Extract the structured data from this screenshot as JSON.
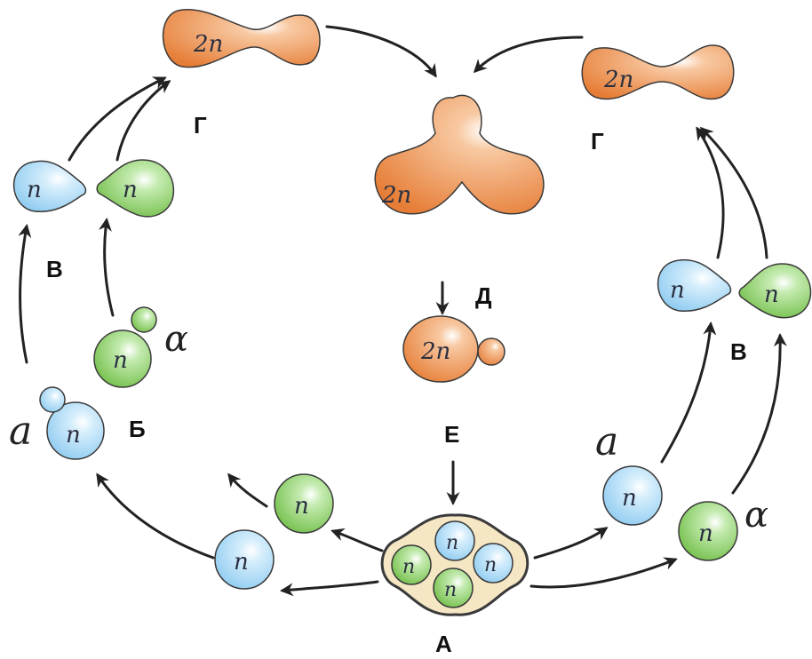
{
  "cell_labels": {
    "haploid": "n",
    "diploid": "2n"
  },
  "mating_types": {
    "a": "a",
    "alpha": "α"
  },
  "stage_labels": {
    "A": "А",
    "B": "Б",
    "V": "В",
    "G": "Г",
    "D": "Д",
    "E": "Е"
  },
  "colors": {
    "haploid_a": "#9fd3f2",
    "haploid_alpha": "#8fcf6a",
    "diploid": "#ee9150",
    "ascus": "#f5e6c4",
    "outline": "#3a3a3a"
  }
}
